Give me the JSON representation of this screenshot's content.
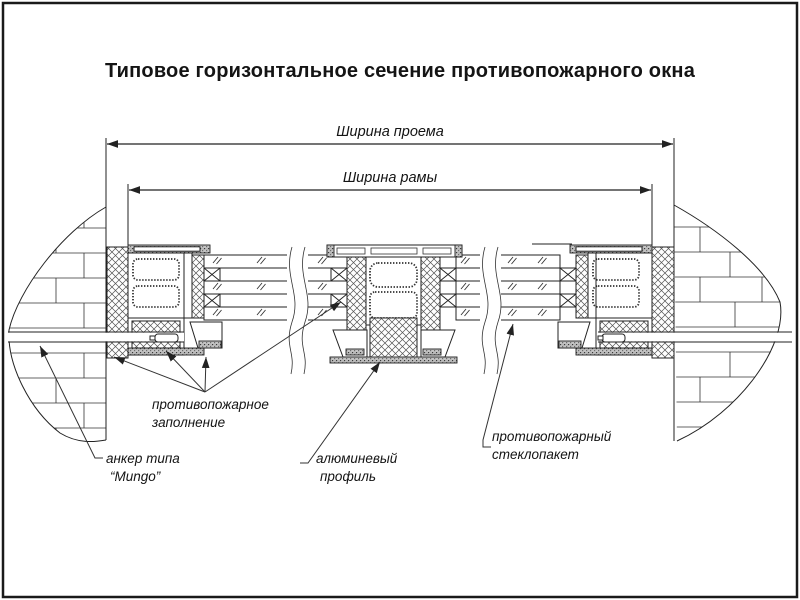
{
  "title": "Типовое горизонтальное сечение противопожарного окна",
  "dimensions": {
    "opening_width": "Ширина проема",
    "frame_width": "Ширина рамы"
  },
  "callouts": {
    "fire_filling": {
      "line1": "противопожарное",
      "line2": "заполнение"
    },
    "anchor": {
      "line1": "анкер типа",
      "line2": "“Mungo”"
    },
    "aluminum_profile": {
      "line1": "алюминевый",
      "line2": "профиль"
    },
    "fire_glazing": {
      "line1": "противопожарный",
      "line2": "стеклопакет"
    }
  },
  "colors": {
    "ink": "#222222",
    "background": "#ffffff"
  }
}
